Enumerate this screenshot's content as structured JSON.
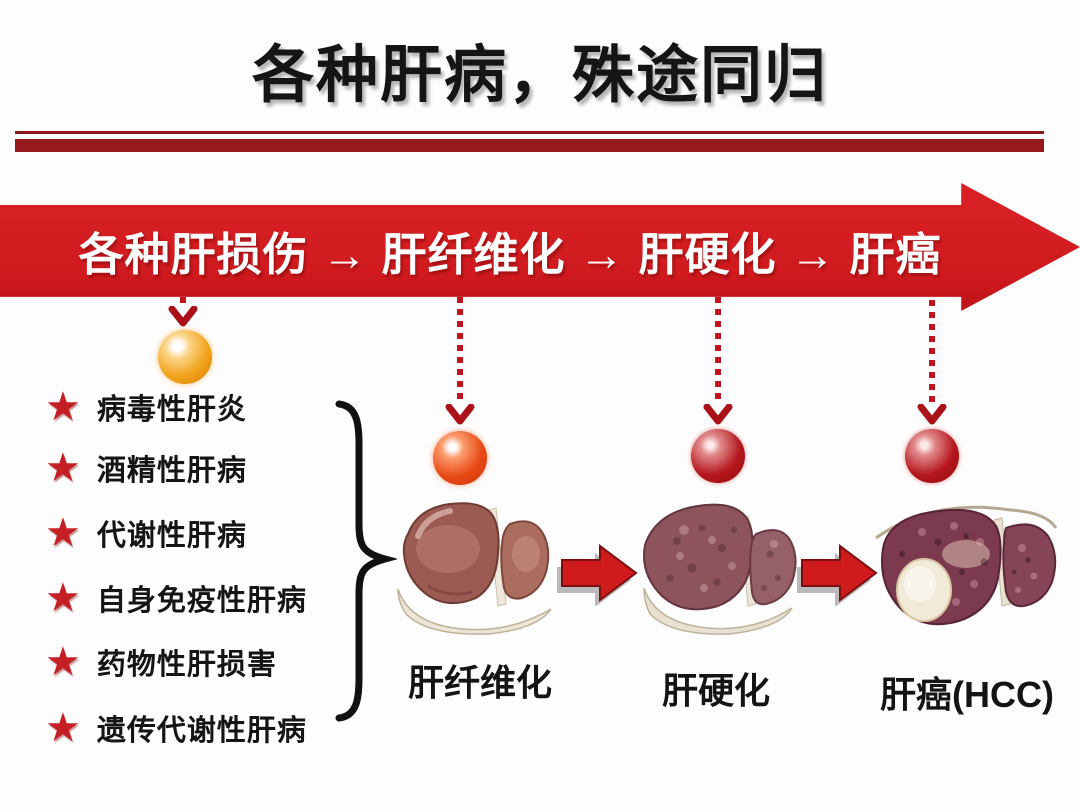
{
  "title": {
    "text": "各种肝病，殊途同归",
    "color": "#151515"
  },
  "divider": {
    "thin_color": "#8c181b",
    "thick_color": "#96191d"
  },
  "banner": {
    "text": "各种肝损伤 → 肝纤维化 → 肝硬化 → 肝癌",
    "bg_color": "#d11a1f",
    "text_color": "#ffffff"
  },
  "causes": {
    "bullet": "★",
    "bullet_color": "#c51f26",
    "items": [
      {
        "label": "病毒性肝炎"
      },
      {
        "label": "酒精性肝病"
      },
      {
        "label": "代谢性肝病"
      },
      {
        "label": "自身免疫性肝病"
      },
      {
        "label": "药物性肝损害"
      },
      {
        "label": "遗传代谢性肝病"
      }
    ]
  },
  "stages": [
    {
      "label": "肝纤维化"
    },
    {
      "label": "肝硬化"
    },
    {
      "label": "肝癌(HCC)"
    }
  ],
  "markers": {
    "dotted_arrow_color": "#c2131f",
    "ball_colors": [
      "#f2a41e",
      "#e84a16",
      "#b5171c",
      "#b5171c"
    ],
    "progress_arrow_color": "#cf1b1b"
  }
}
